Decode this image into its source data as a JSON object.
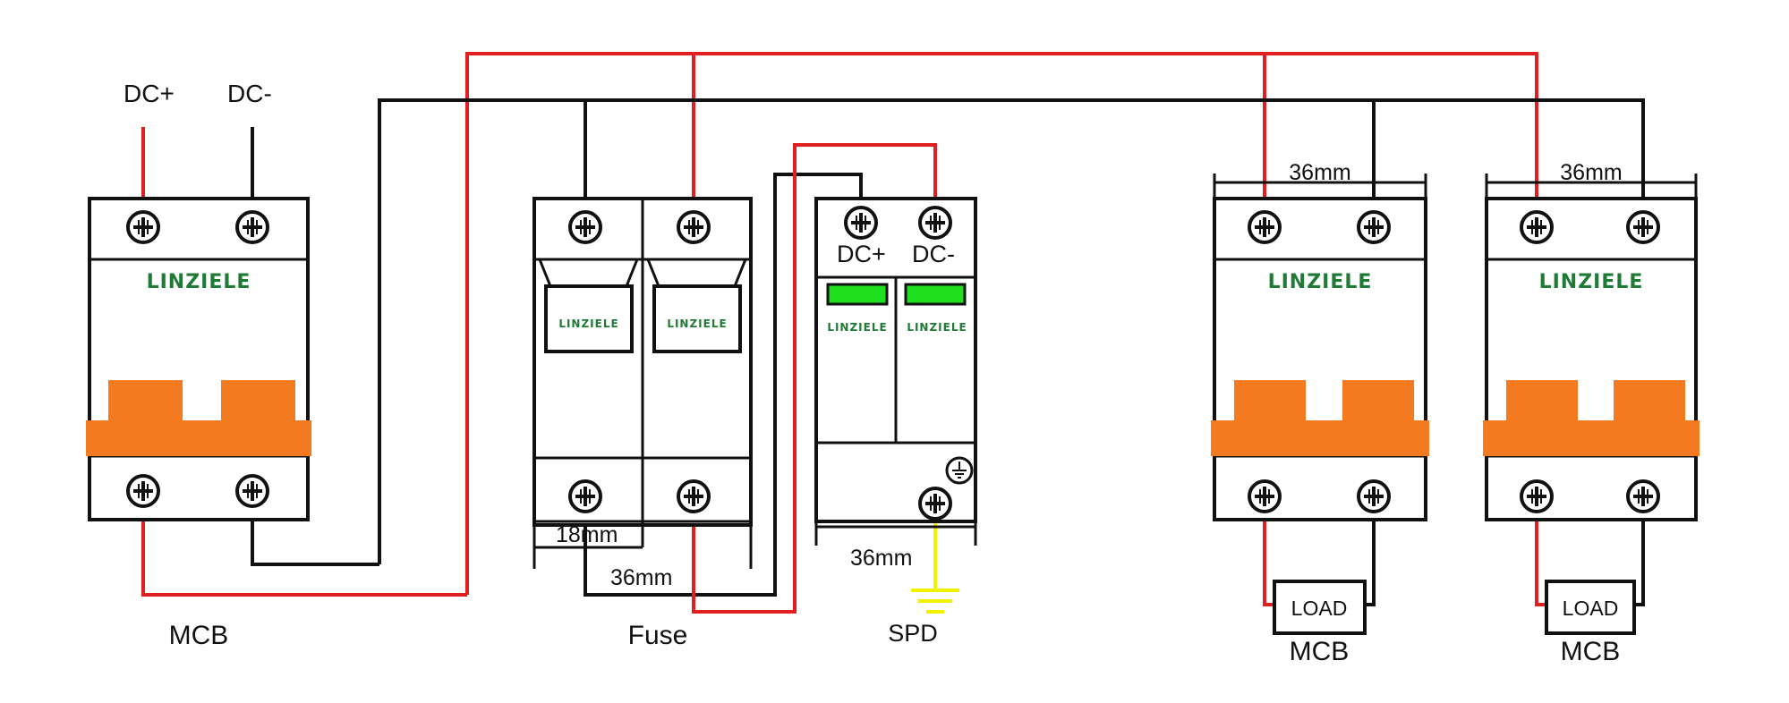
{
  "colors": {
    "positive_wire": "#e02020",
    "negative_wire": "#111111",
    "ground_wire": "#f2f200",
    "handle": "#f47a1f",
    "brand": "#1e7a35",
    "indicator": "#1fe01f"
  },
  "inputs": {
    "dc_plus": "DC+",
    "dc_minus": "DC-"
  },
  "main_mcb": {
    "brand": "LINZIELE",
    "label": "MCB"
  },
  "fuse": {
    "brand_left": "LINZIELE",
    "brand_right": "LINZIELE",
    "label": "Fuse",
    "width_single": "18mm",
    "width_double": "36mm"
  },
  "spd": {
    "terminal_plus": "DC+",
    "terminal_minus": "DC-",
    "brand_left": "LINZIELE",
    "brand_right": "LINZIELE",
    "width": "36mm",
    "label": "SPD"
  },
  "load_mcb_1": {
    "brand": "LINZIELE",
    "width": "36mm",
    "load": "LOAD",
    "label": "MCB"
  },
  "load_mcb_2": {
    "brand": "LINZIELE",
    "width": "36mm",
    "load": "LOAD",
    "label": "MCB"
  }
}
